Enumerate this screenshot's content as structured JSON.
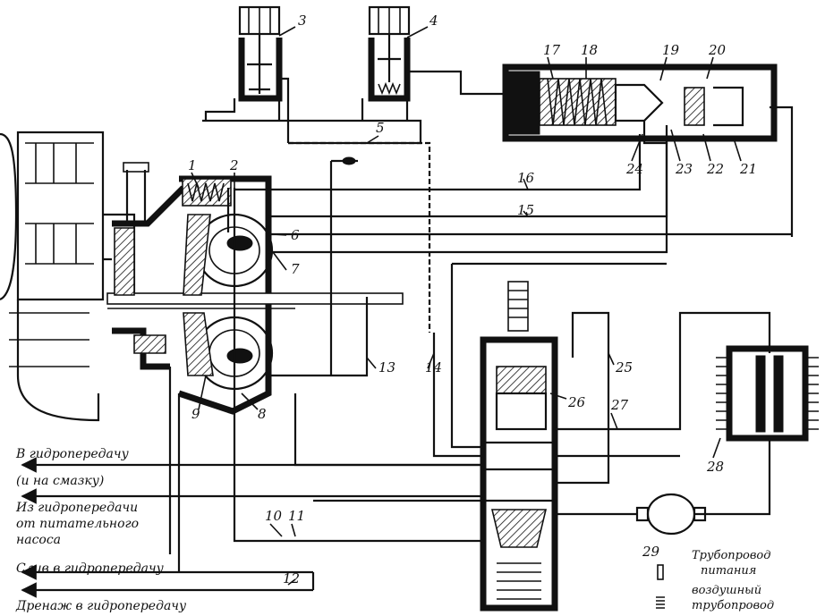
{
  "callouts": [
    "1",
    "2",
    "3",
    "4",
    "5",
    "6",
    "7",
    "8",
    "9",
    "10",
    "11",
    "12",
    "13",
    "14",
    "15",
    "16",
    "17",
    "18",
    "19",
    "20",
    "21",
    "22",
    "23",
    "24",
    "25",
    "26",
    "27",
    "28",
    "29"
  ],
  "side_labels": {
    "to_transmission_1": "В гидропередачу",
    "to_transmission_2": "(и на смазку)",
    "from_transmission_1": "Из гидропередачи",
    "from_transmission_2": "от питательного",
    "from_transmission_3": "насоса",
    "drain_to_transmission": "Слив в гидропередачу",
    "drainage_to_transmission": "Дренаж в гидропередачу"
  },
  "legend": {
    "supply_line_1": "Трубопровод",
    "supply_line_2": "питания",
    "air_line_1": "воздушный",
    "air_line_2": "трубопровод"
  }
}
